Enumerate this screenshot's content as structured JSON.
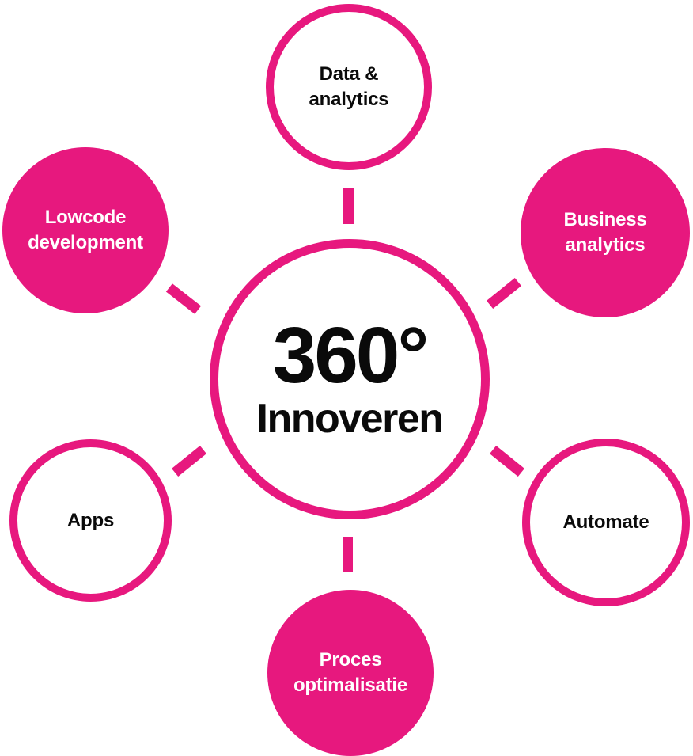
{
  "diagram": {
    "type": "hub-and-spoke",
    "accent_color": "#E7187E",
    "text_color": "#0a0a0a",
    "background_color": "#ffffff",
    "center": {
      "value": "360°",
      "label": "Innoveren"
    },
    "nodes": [
      {
        "position": "top",
        "style": "outline",
        "label": "Data &\nanalytics"
      },
      {
        "position": "top-right",
        "style": "filled",
        "label": "Business\nanalytics"
      },
      {
        "position": "bottom-right",
        "style": "outline",
        "label": "Automate"
      },
      {
        "position": "bottom",
        "style": "filled",
        "label": "Proces\noptimalisatie"
      },
      {
        "position": "bottom-left",
        "style": "outline",
        "label": "Apps"
      },
      {
        "position": "top-left",
        "style": "filled",
        "label": "Lowcode\ndevelopment"
      }
    ]
  }
}
